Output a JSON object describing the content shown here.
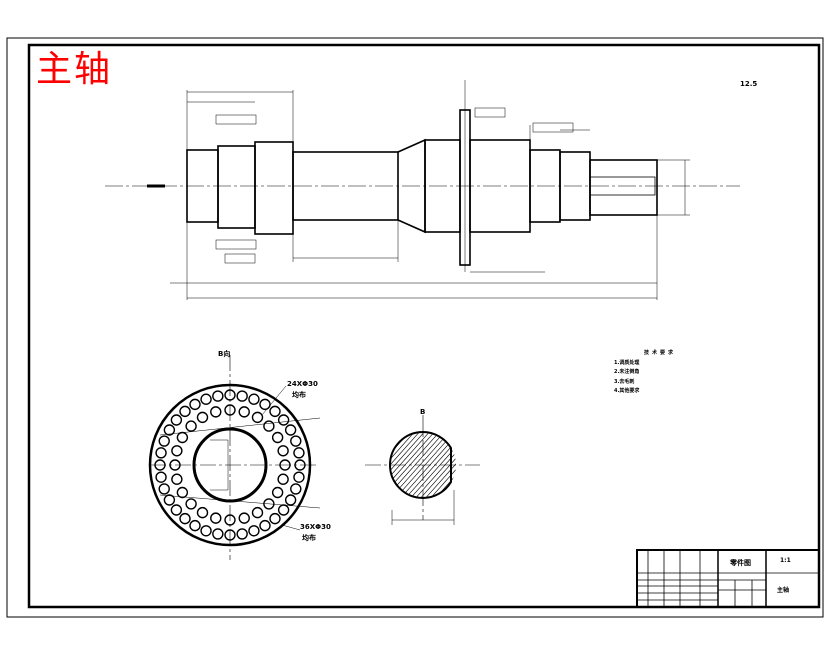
{
  "drawing": {
    "title": "主轴",
    "view_label": "B向",
    "hole_note_inner": "24XΦ30",
    "hole_note_outer": "36XΦ30",
    "hole_note_suffix": "均布",
    "section_label": "B",
    "roughness": "12.5"
  },
  "notes": {
    "heading": "技术要求",
    "lines": [
      "1.调质处理",
      "2.未注倒角",
      "3.去毛刺",
      "4.其他要求"
    ]
  },
  "title_block": {
    "part_type": "零件图",
    "part_name": "主轴",
    "scale": "1:1"
  },
  "colors": {
    "title": "#ff0000",
    "line": "#000000"
  }
}
